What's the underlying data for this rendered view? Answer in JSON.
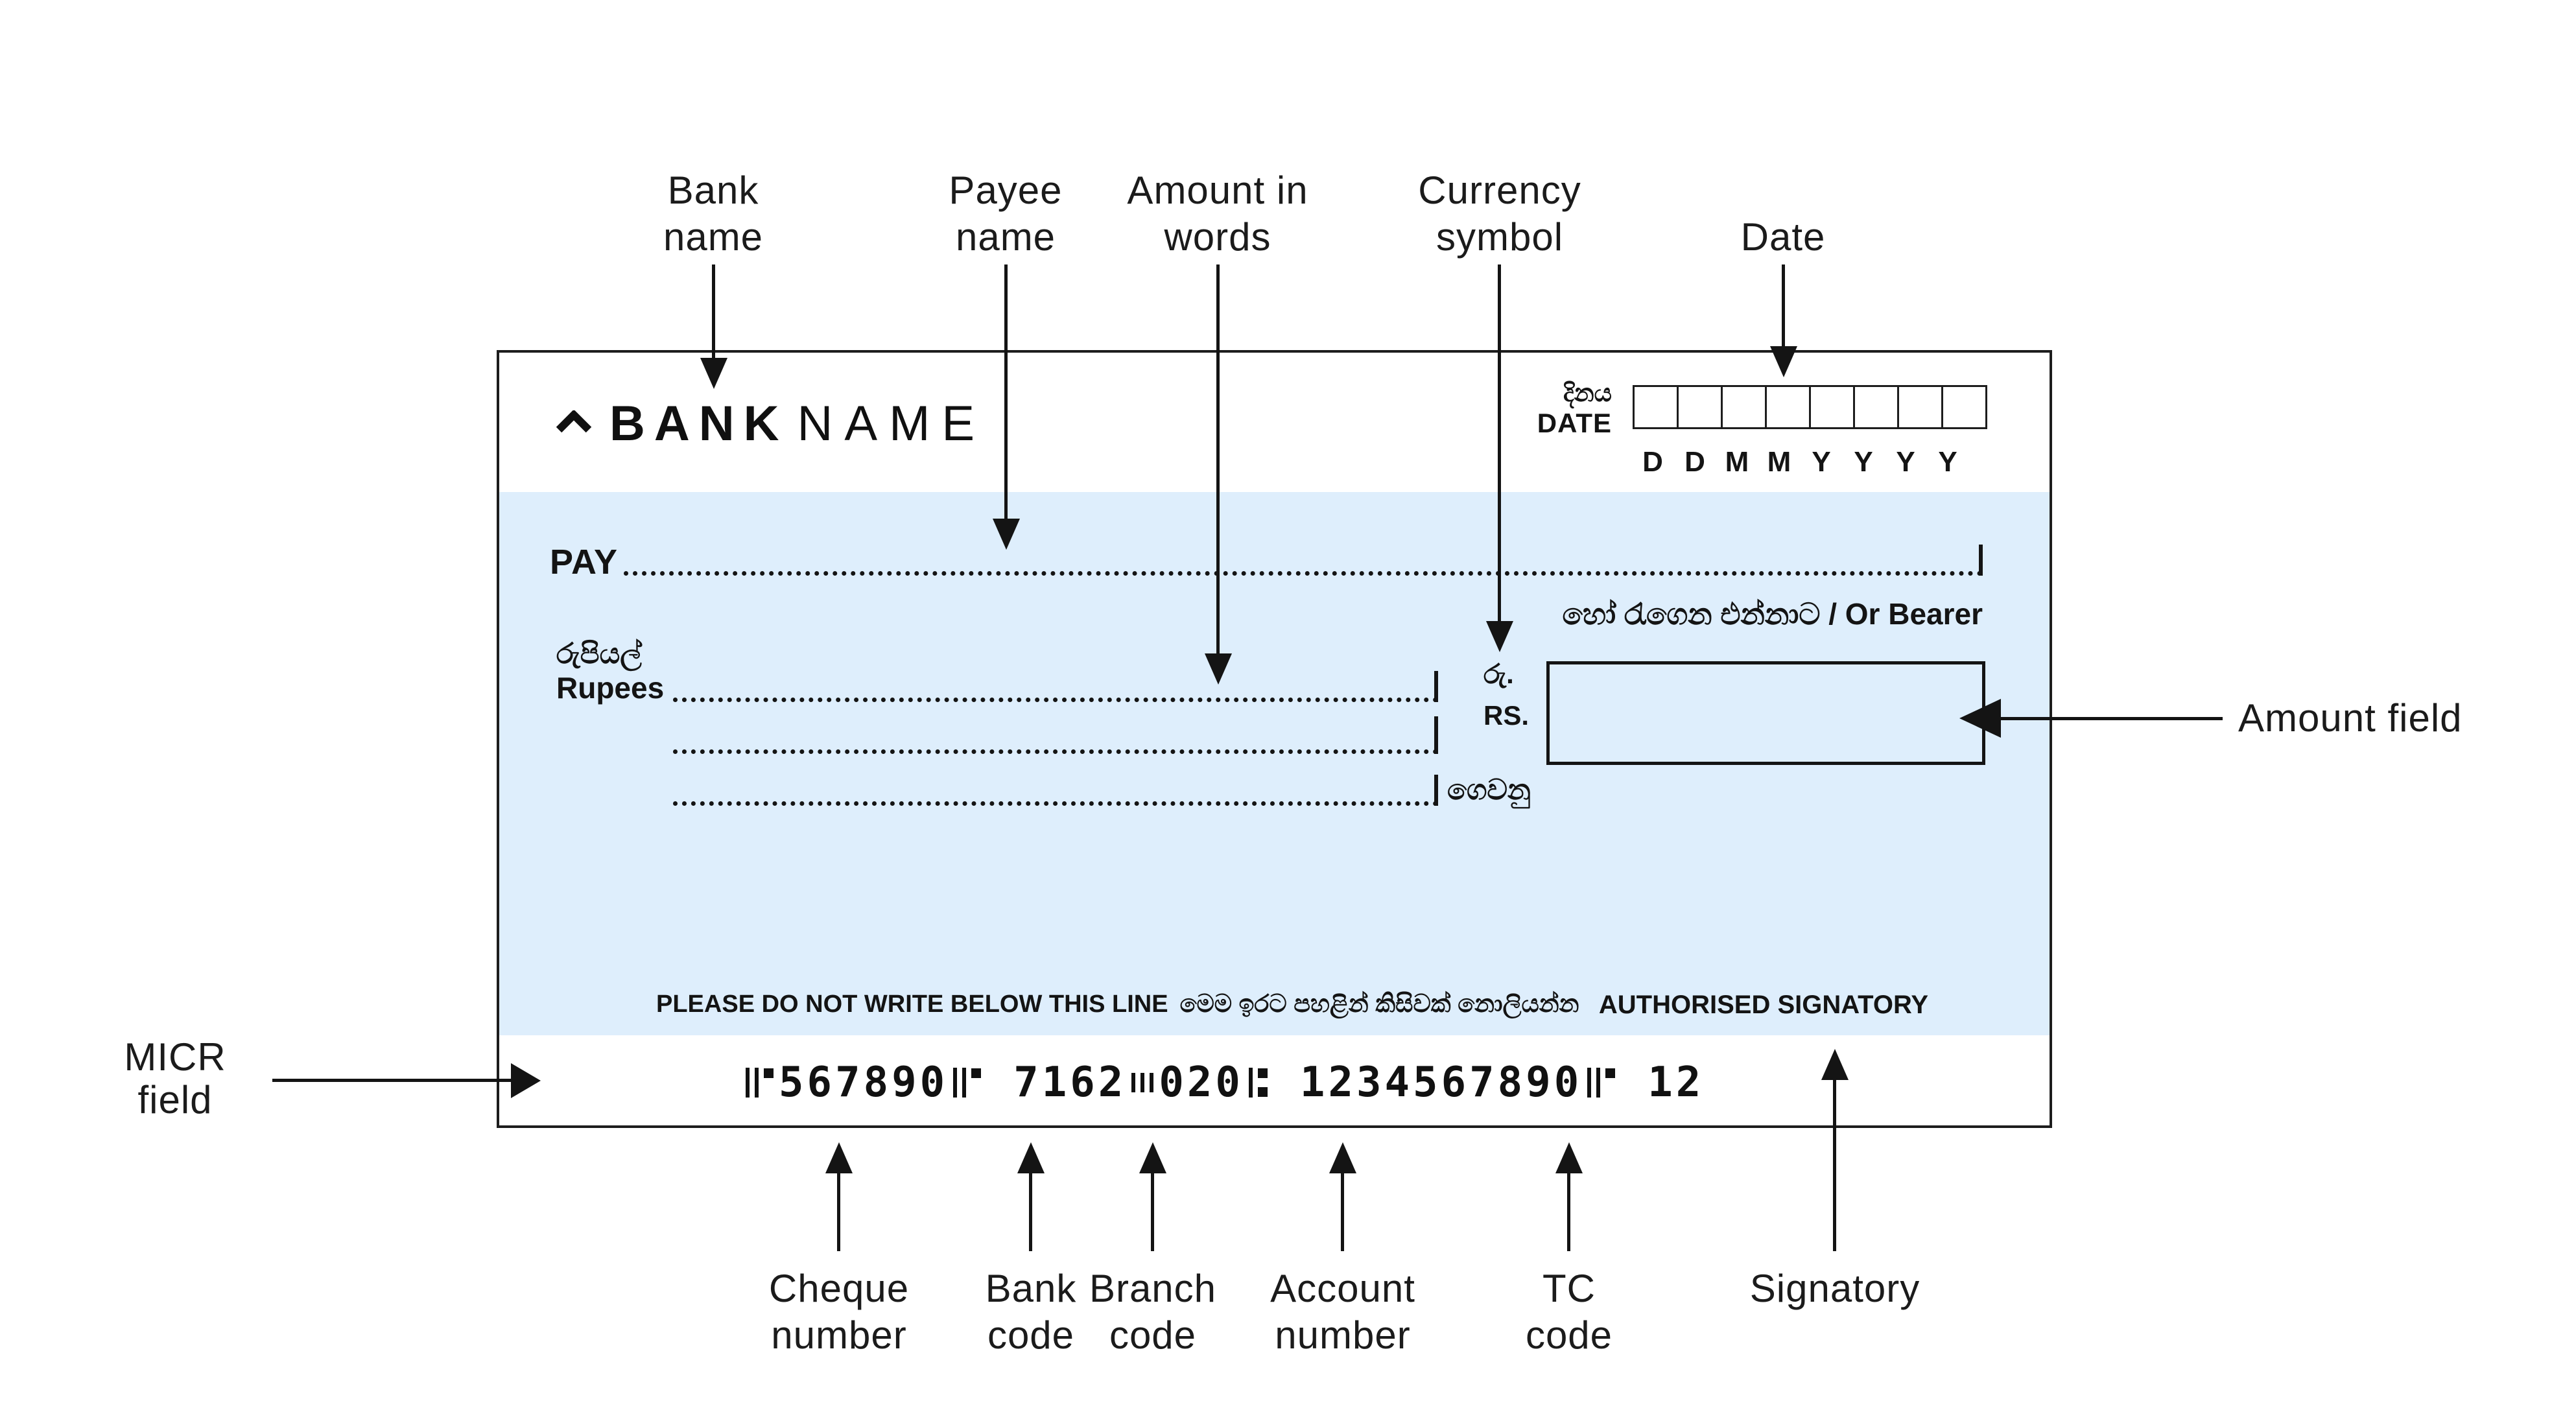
{
  "diagram_title": "Cheque anatomy diagram",
  "colors": {
    "band": "#DEEEFC",
    "ink": "#141414",
    "background": "#FFFFFF"
  },
  "annotations": {
    "top": {
      "bank_name": "Bank\nname",
      "payee_name": "Payee\nname",
      "amount_in_words": "Amount in\nwords",
      "currency_symbol": "Currency\nsymbol",
      "date": "Date"
    },
    "right": {
      "amount_field": "Amount field"
    },
    "left": {
      "micr_field": "MICR\nfield"
    },
    "bottom": {
      "cheque_number": "Cheque\nnumber",
      "bank_code": "Bank\ncode",
      "branch_code": "Branch\ncode",
      "account_number": "Account\nnumber",
      "tc_code": "TC\ncode",
      "signatory": "Signatory"
    }
  },
  "cheque": {
    "logo": {
      "bank": "BANK",
      "name": "NAME"
    },
    "date": {
      "label_sinhala": "දිනය",
      "label_english": "DATE",
      "format": [
        "D",
        "D",
        "M",
        "M",
        "Y",
        "Y",
        "Y",
        "Y"
      ]
    },
    "pay_label": "PAY",
    "or_bearer": "හෝ රැගෙන එන්නාට / Or Bearer",
    "rupees_sinhala": "රුපියල්",
    "rupees_english": "Rupees",
    "currency_sinhala": "රු.",
    "currency_english": "RS.",
    "pay_suffix_sinhala": "ගෙවනු",
    "do_not_write_english": "PLEASE DO NOT WRITE BELOW THIS LINE",
    "do_not_write_sinhala": "මෙම ඉරට පහළින් කිසිවක් නොලියන්න",
    "authorised_signatory": "AUTHORISED SIGNATORY",
    "micr": {
      "cheque_number": "567890",
      "bank_code": "7162",
      "branch_code": "020",
      "account_number": "1234567890",
      "tc_code": "12"
    }
  }
}
